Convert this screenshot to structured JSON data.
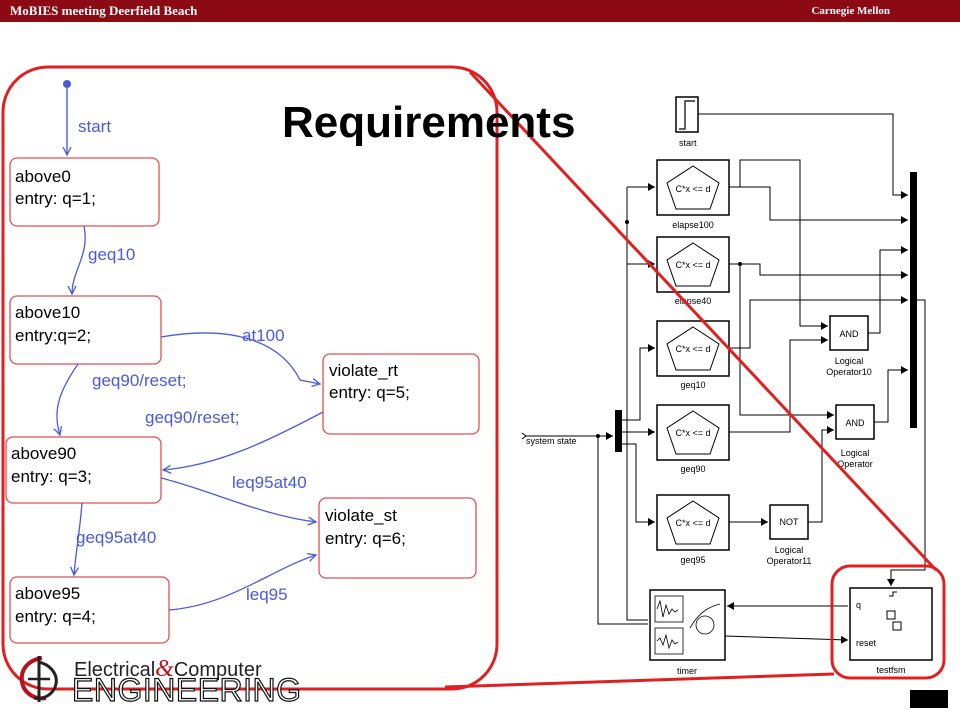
{
  "header": {
    "left_text": "MoBIES meeting Deerfield Beach",
    "right_text": "Carnegie Mellon"
  },
  "slide": {
    "title": "Requirements"
  },
  "colors": {
    "header_bar": "#8c0a14",
    "state_border": "#e05050",
    "transition": "#4a5adc",
    "highlight": "#e02020"
  },
  "stateflow": {
    "states": [
      {
        "name": "above0",
        "entry": "entry: q=1;"
      },
      {
        "name": "above10",
        "entry": "entry:q=2;"
      },
      {
        "name": "above90",
        "entry": "entry: q=3;"
      },
      {
        "name": "above95",
        "entry": "entry: q=4;"
      },
      {
        "name": "violate_rt",
        "entry": "entry: q=5;"
      },
      {
        "name": "violate_st",
        "entry": "entry: q=6;"
      }
    ],
    "transitions": [
      "start",
      "geq10",
      "at100",
      "geq90/reset;",
      "geq90/reset;",
      "leq95at40",
      "geq95at40",
      "leq95"
    ]
  },
  "simulink": {
    "blocks": {
      "start": "start",
      "elapse100": "elapse100",
      "elapse40": "elapse40",
      "geq10": "geq10",
      "geq90": "geq90",
      "geq95": "geq95",
      "compare_text": "C*x <= d",
      "and1": "AND",
      "logical_operator10_a": "Logical",
      "logical_operator10_b": "Operator10",
      "and2": "AND",
      "logical_operator_a": "Logical",
      "logical_operator_b": "Operator",
      "not": "NOT",
      "logical_operator11_a": "Logical",
      "logical_operator11_b": "Operator11",
      "system_state": "system state",
      "timer": "timer",
      "testfsm": "testfsm",
      "port_q": "q",
      "port_reset": "reset"
    }
  },
  "logo": {
    "line1_a": "Electrical",
    "amp": "&",
    "line1_b": "Computer",
    "line2": "ENGINEERING"
  }
}
